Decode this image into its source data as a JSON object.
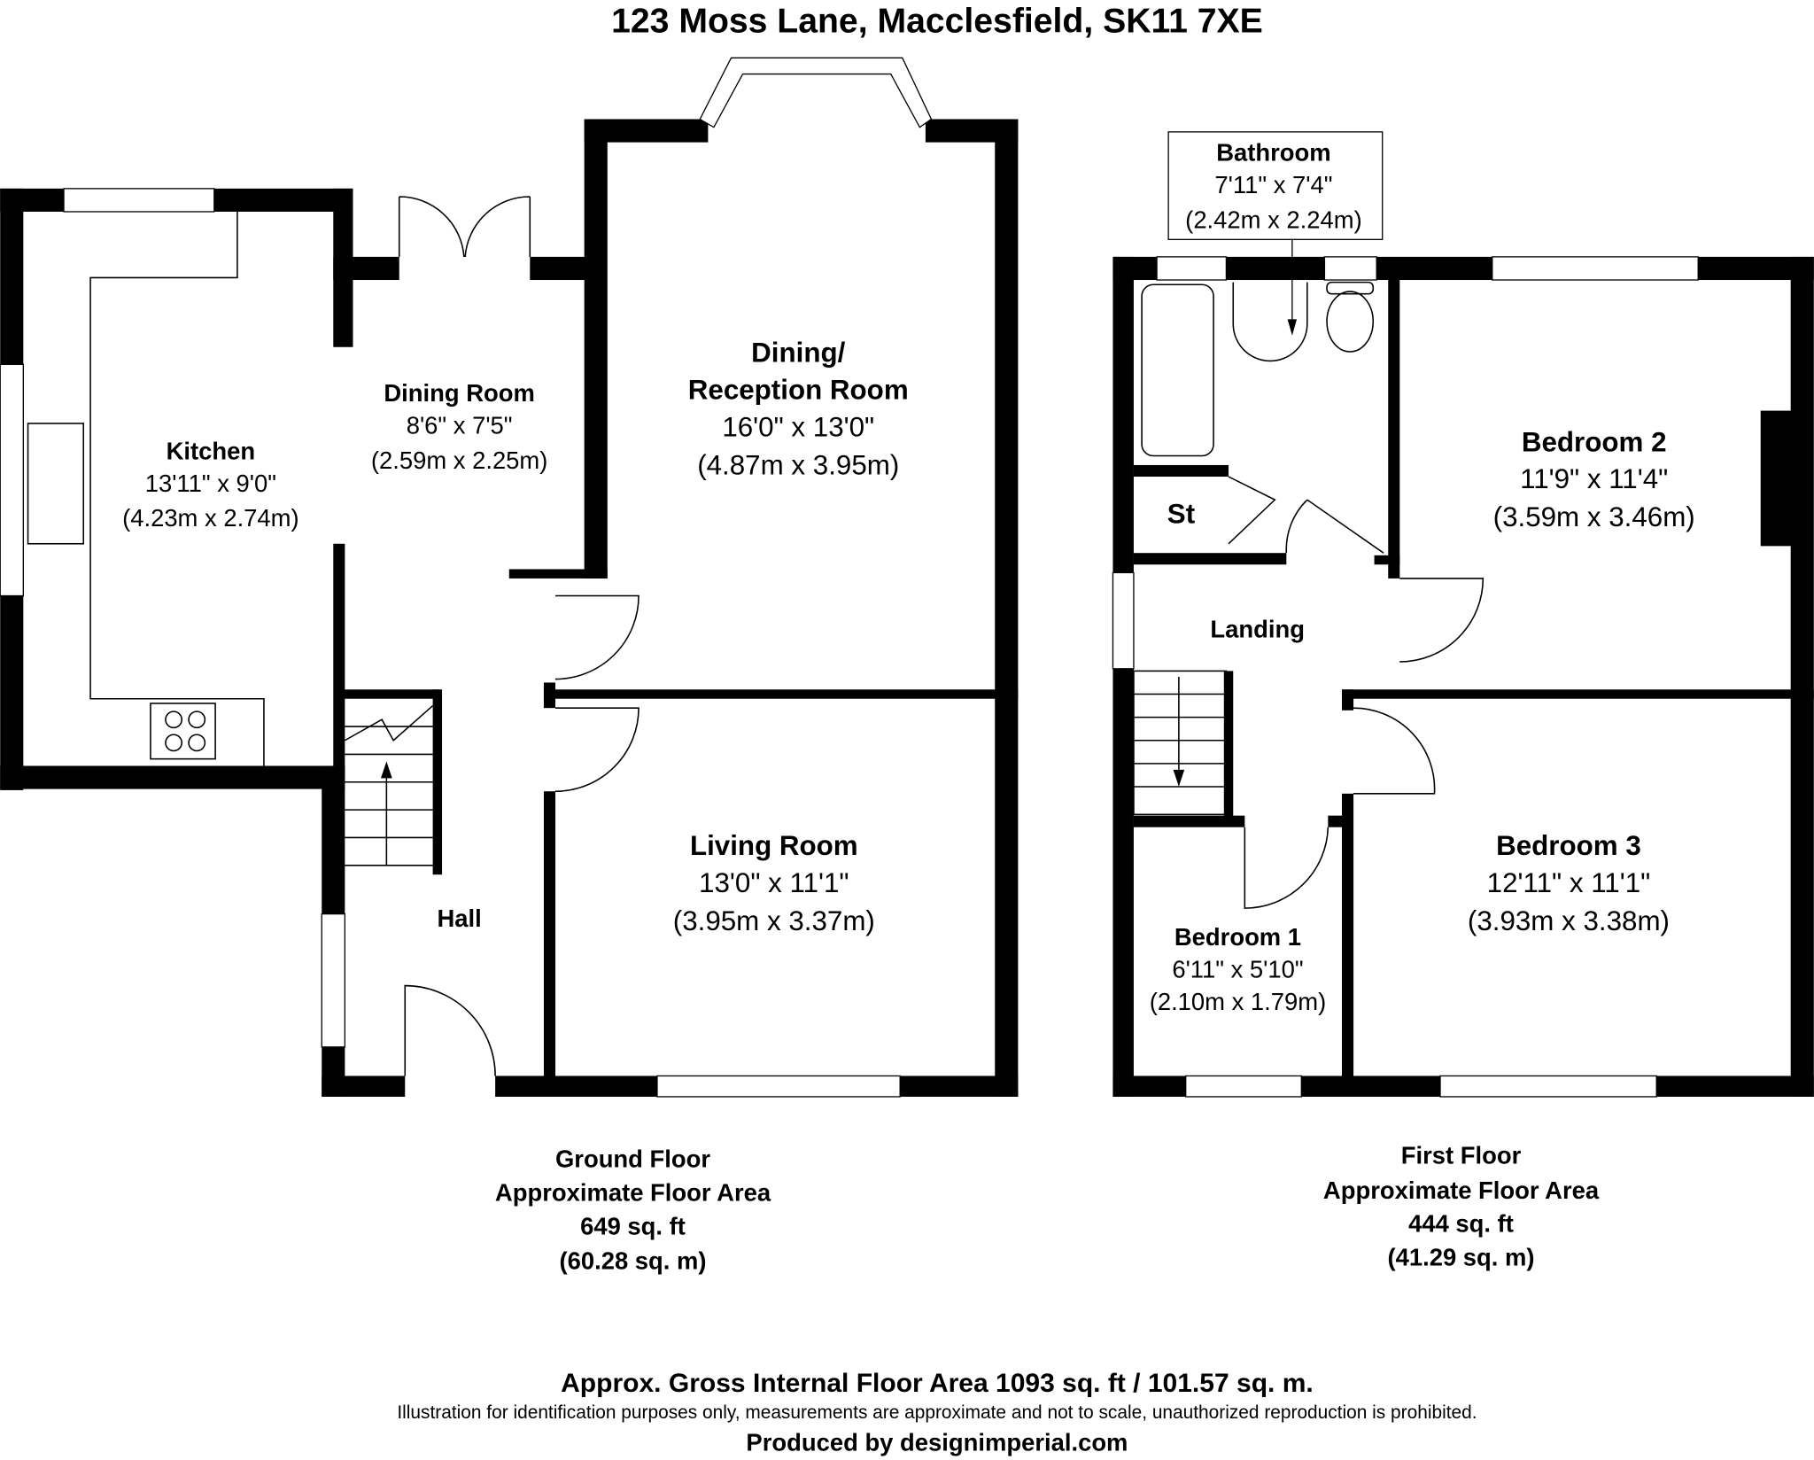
{
  "title": "123 Moss Lane, Macclesfield, SK11 7XE",
  "ground_floor": {
    "rooms": [
      {
        "name": "Kitchen",
        "imperial": "13'11\" x 9'0\"",
        "metric": "(4.23m x 2.74m)"
      },
      {
        "name": "Dining Room",
        "imperial": "8'6\" x 7'5\"",
        "metric": "(2.59m x 2.25m)"
      },
      {
        "name": "Dining/",
        "name2": "Reception Room",
        "imperial": "16'0\" x 13'0\"",
        "metric": "(4.87m x 3.95m)"
      },
      {
        "name": "Living Room",
        "imperial": "13'0\" x 11'1\"",
        "metric": "(3.95m x 3.37m)"
      },
      {
        "name": "Hall"
      }
    ],
    "label": "Ground Floor",
    "area_label": "Approximate Floor Area",
    "area_sqft": "649 sq. ft",
    "area_sqm": "(60.28 sq. m)"
  },
  "first_floor": {
    "rooms": [
      {
        "name": "Bathroom",
        "imperial": "7'11\" x 7'4\"",
        "metric": "(2.42m x 2.24m)"
      },
      {
        "name": "Bedroom 2",
        "imperial": "11'9\" x 11'4\"",
        "metric": "(3.59m x 3.46m)"
      },
      {
        "name": "St"
      },
      {
        "name": "Landing"
      },
      {
        "name": "Bedroom 1",
        "imperial": "6'11\" x 5'10\"",
        "metric": "(2.10m x 1.79m)"
      },
      {
        "name": "Bedroom 3",
        "imperial": "12'11\" x 11'1\"",
        "metric": "(3.93m x 3.38m)"
      }
    ],
    "label": "First Floor",
    "area_label": "Approximate Floor Area",
    "area_sqft": "444 sq. ft",
    "area_sqm": "(41.29 sq. m)"
  },
  "footer": {
    "gross_area": "Approx. Gross Internal Floor Area 1093 sq. ft / 101.57 sq. m.",
    "disclaimer": "Illustration for identification purposes only, measurements are approximate and not to scale, unauthorized reproduction is prohibited.",
    "produced_by": "Produced by designimperial.com"
  }
}
